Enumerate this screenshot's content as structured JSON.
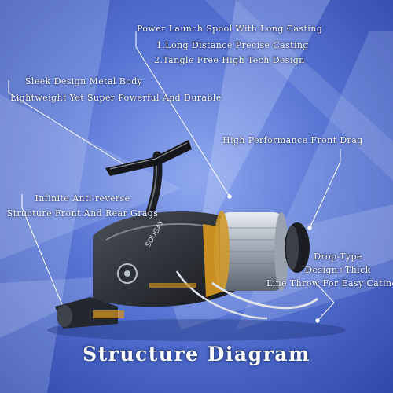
{
  "colors": {
    "background": "#4a67c8",
    "light_beam": "#c9d8ff",
    "text": "#ffffff",
    "accent_gold": "#d9a233"
  },
  "callouts": {
    "spool": {
      "title": "Power Launch Spool With Long Casting",
      "line1": "1.Long Distance Precise Casting",
      "line2": "2.Tangle Free High Tech Design"
    },
    "body": {
      "title": "Sleek Design Metal Body",
      "line1": "Lightweight Yet Super Powerful And Durable"
    },
    "drag": {
      "title": "High Performance Front Drag"
    },
    "anti_reverse": {
      "line1": "Infinite Anti-reverse",
      "line2": "Structure Front And Rear Grags"
    },
    "drop": {
      "line1": "Drop-Type",
      "line2": "Design+Thick",
      "line3": "Line Throw For Easy Cating"
    }
  },
  "reel": {
    "brand_text": "SOUGAY"
  },
  "footer": {
    "title": "Structure Diagram"
  }
}
